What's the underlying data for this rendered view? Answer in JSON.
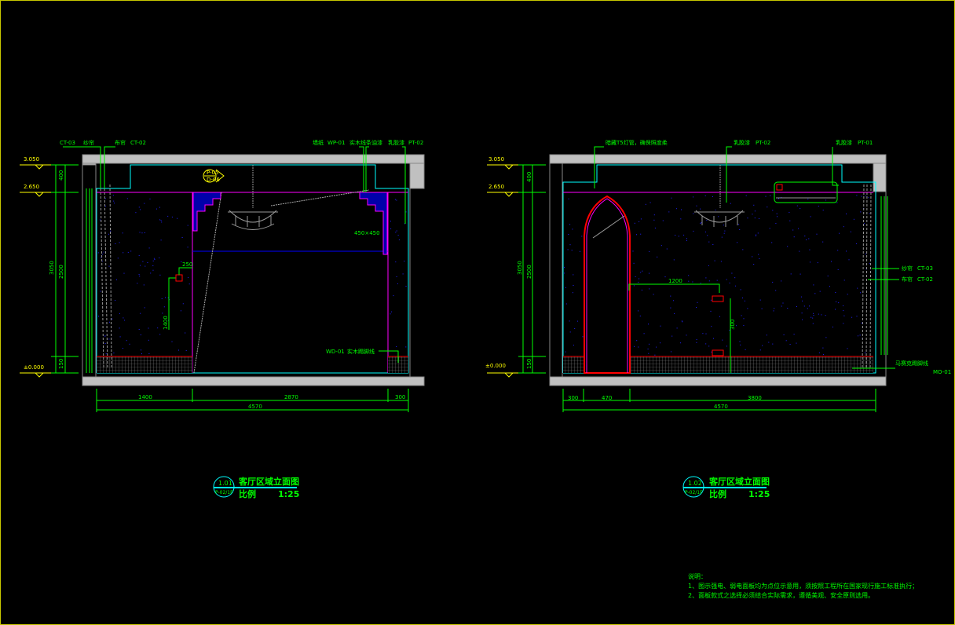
{
  "colors": {
    "background": "#000000",
    "dimension": "#00ff00",
    "wall": "#c0c0c0",
    "ceiling": "#00ffff",
    "finish": "#ff00ff",
    "skirting": "#ff0000",
    "level": "#ffff00"
  },
  "left_view": {
    "labels": [
      "CT-03",
      "纱帘",
      "布帘",
      "CT-02",
      "墙纸",
      "WP-01",
      "实木线条油漆",
      "乳胶漆",
      "PT-02",
      "WD-01",
      "实木踢脚线"
    ],
    "levels": [
      "3.050",
      "2.650",
      "±0.000"
    ],
    "dims_vertical": [
      "400",
      "2500",
      "3050",
      "150",
      "250",
      "1400"
    ],
    "dims_horizontal": [
      "1400",
      "2870",
      "300",
      "4570"
    ],
    "detail_ref": [
      "P-05",
      "D-06"
    ],
    "detail_dim": "450×450",
    "title": "客厅区域立面图",
    "number": "1.01",
    "sheet": "P-02/1F",
    "scale_label": "比例",
    "scale": "1:25"
  },
  "right_view": {
    "labels": [
      "暗藏T5灯管，确保照度柔",
      "乳胶漆",
      "PT-02",
      "乳胶漆",
      "PT-01",
      "纱帘",
      "CT-03",
      "布帘",
      "CT-02",
      "马赛克踢脚线",
      "MO-01"
    ],
    "levels": [
      "3.050",
      "2.650",
      "±0.000"
    ],
    "dims_vertical": [
      "400",
      "2500",
      "3050",
      "150",
      "300"
    ],
    "dims_horizontal": [
      "300",
      "470",
      "3800",
      "4570",
      "1200"
    ],
    "title": "客厅区域立面图",
    "number": "1.02",
    "sheet": "P-02/1F",
    "scale_label": "比例",
    "scale": "1:25"
  },
  "notes": {
    "heading": "说明：",
    "items": [
      "1、图示强电、弱电面板均为点位示意用，须按照工程所在国家现行施工标准执行；",
      "2、面板款式之选择必须结合实际需求，遵循美观、安全原则选用。"
    ]
  }
}
